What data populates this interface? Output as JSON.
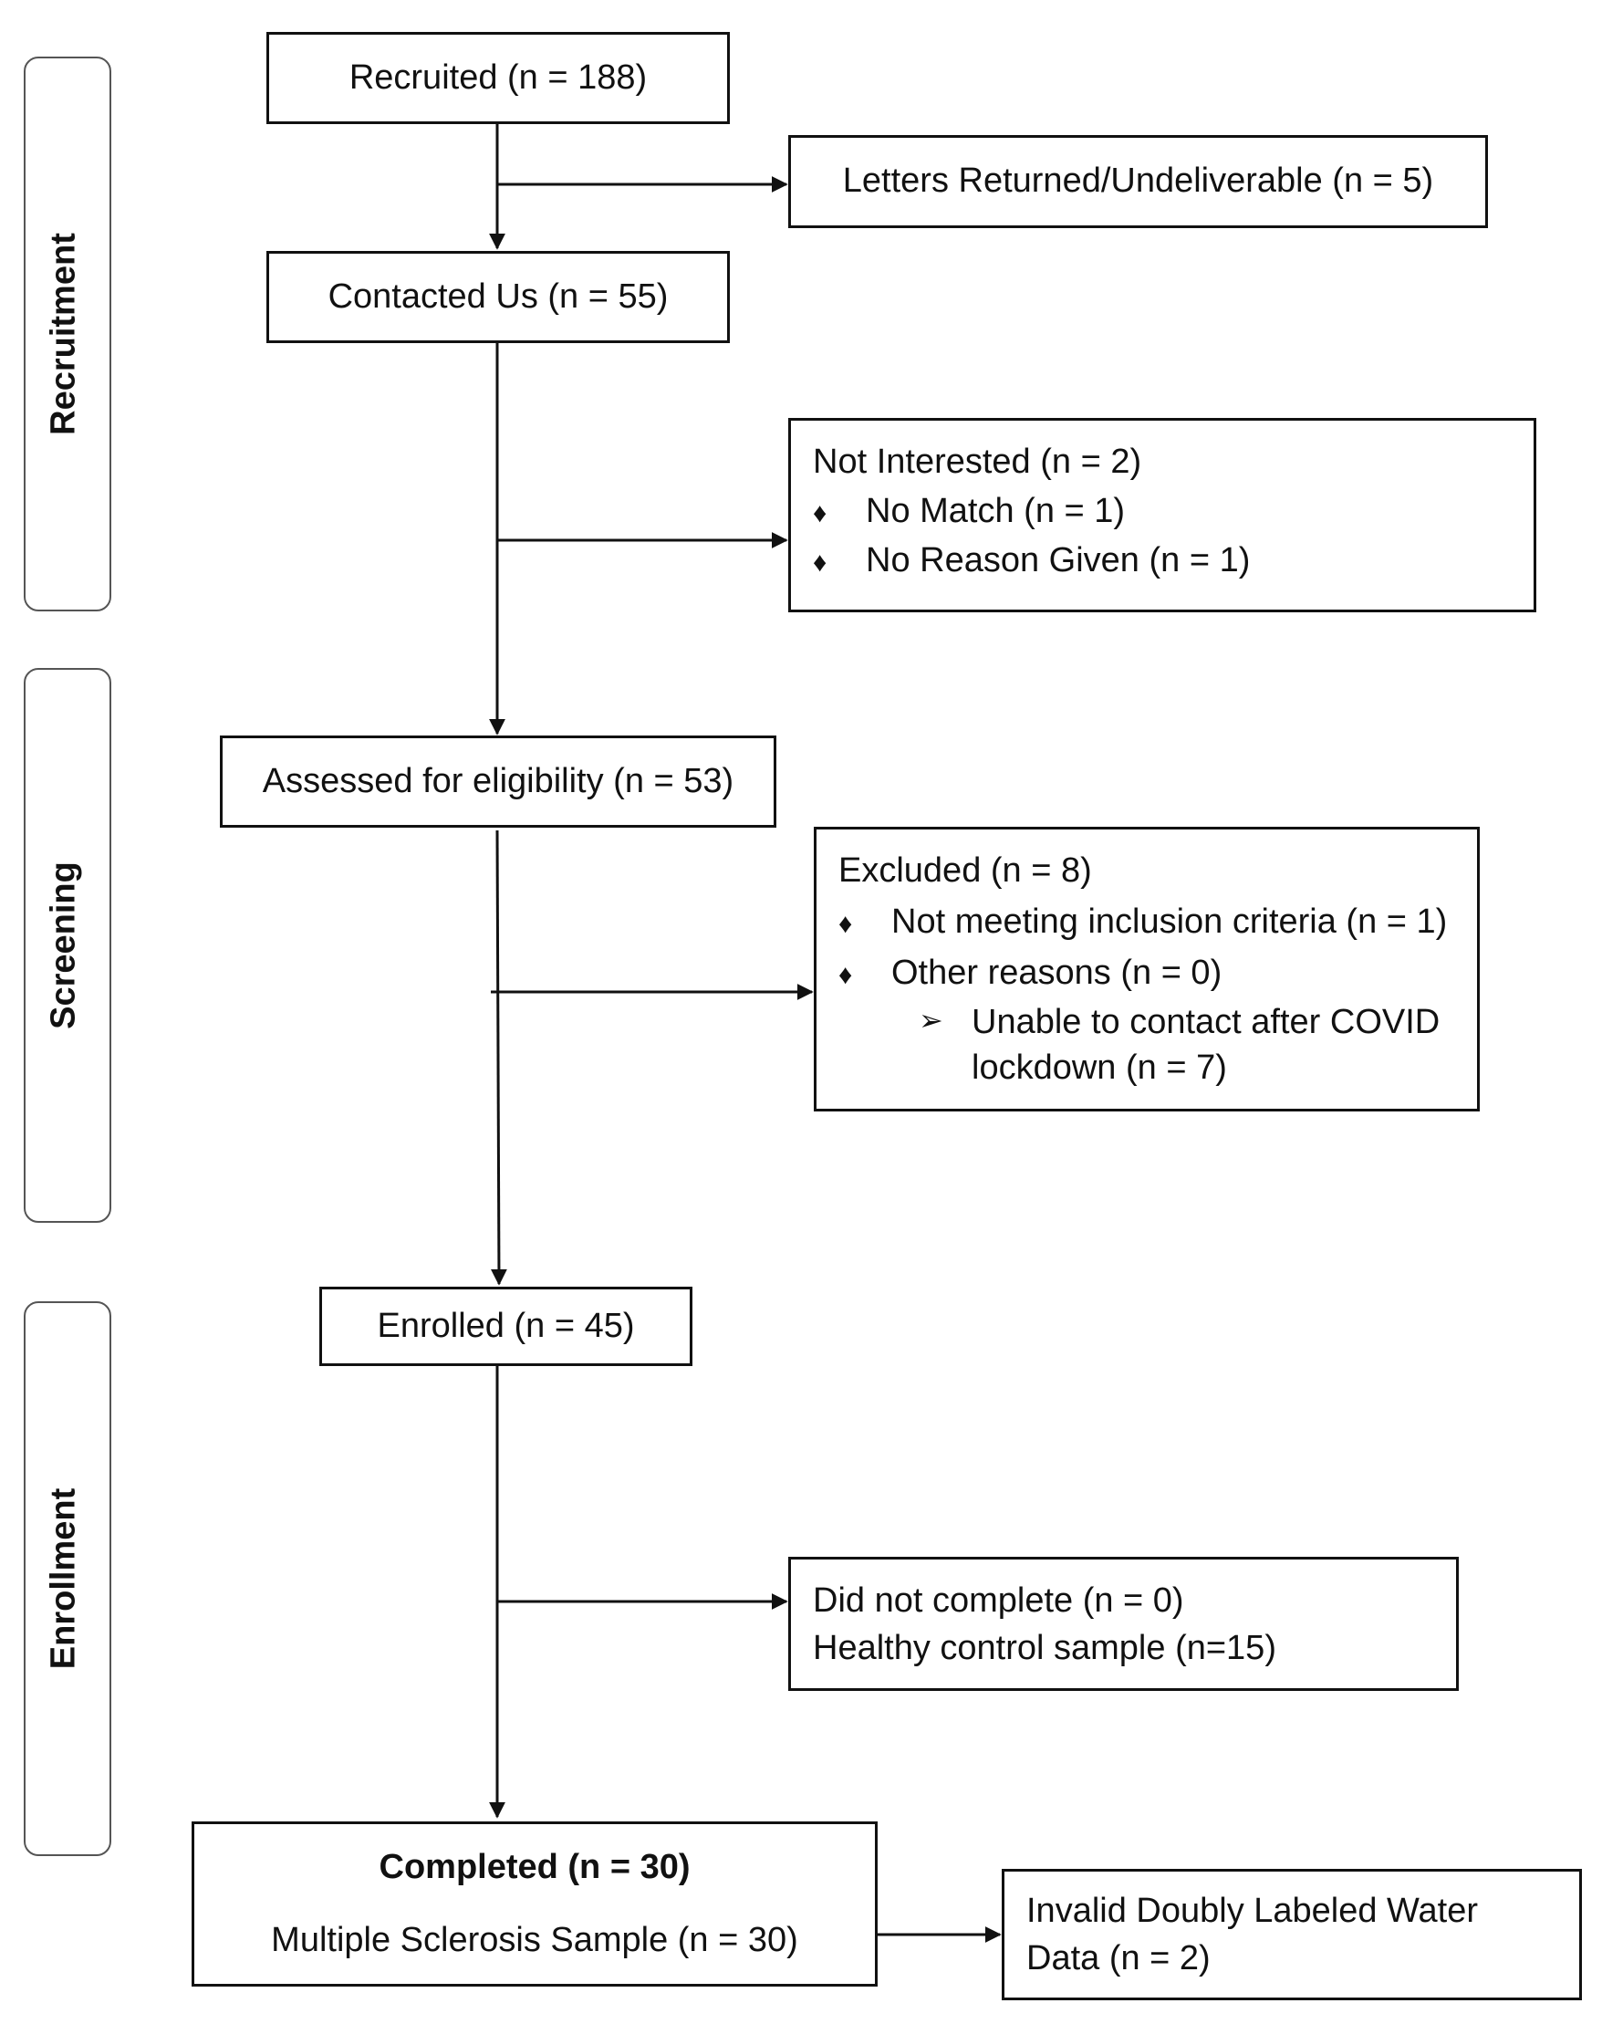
{
  "phases": {
    "recruitment": "Recruitment",
    "screening": "Screening",
    "enrollment": "Enrollment"
  },
  "boxes": {
    "recruited": "Recruited (n = 188)",
    "letters_returned": "Letters Returned/Undeliverable (n = 5)",
    "contacted": "Contacted Us (n = 55)",
    "not_interested": {
      "title": "Not Interested (n = 2)",
      "items": [
        "No Match (n = 1)",
        "No Reason Given (n = 1)"
      ]
    },
    "assessed": "Assessed for eligibility (n = 53)",
    "excluded": {
      "title": "Excluded (n = 8)",
      "items": [
        "Not meeting inclusion criteria (n = 1)",
        "Other reasons (n = 0)"
      ],
      "subitem_line1": "Unable to contact after COVID",
      "subitem_line2": "lockdown (n = 7)"
    },
    "enrolled": "Enrolled (n = 45)",
    "did_not_complete": {
      "line1": "Did not complete (n = 0)",
      "line2": "Healthy control sample (n=15)"
    },
    "completed": {
      "title": "Completed (n = 30)",
      "subtitle": "Multiple Sclerosis Sample (n = 30)"
    },
    "invalid_dlw": {
      "line1": "Invalid Doubly Labeled Water",
      "line2": "Data (n = 2)"
    }
  },
  "icons": {
    "bullet": "diamond-icon",
    "subbullet": "arrowhead-icon"
  }
}
